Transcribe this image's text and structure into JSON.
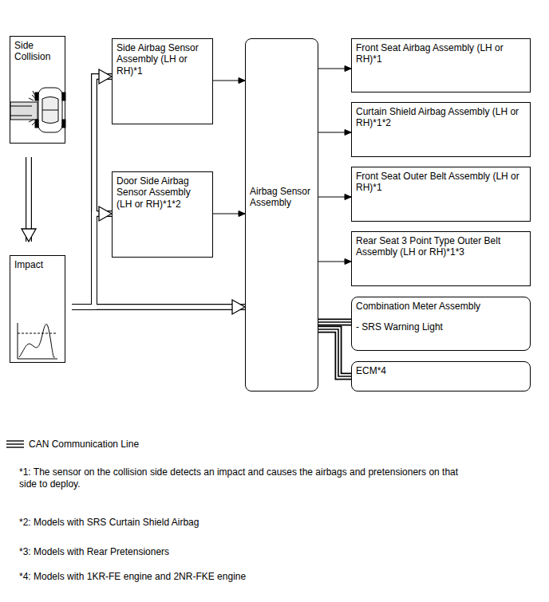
{
  "diagram": {
    "nodes": [
      {
        "text": [
          "Side Collision"
        ]
      },
      {
        "text": [
          "Side Airbag Sensor Assembly (LH or RH)*1"
        ]
      },
      {
        "text": [
          "Door Side Airbag Sensor Assembly (LH or RH)*1*2"
        ]
      },
      {
        "text": [
          "Impact"
        ]
      },
      {
        "text": [
          "Airbag Sensor Assembly"
        ]
      },
      {
        "text": [
          "Front Seat Airbag Assembly (LH or RH)*1"
        ]
      },
      {
        "text": [
          "Curtain Shield Airbag Assembly (LH or RH)*1*2"
        ]
      },
      {
        "text": [
          "Front Seat Outer Belt Assembly (LH or RH)*1"
        ]
      },
      {
        "text": [
          "Rear Seat 3 Point Type Outer Belt Assembly (LH or RH)*1*3"
        ]
      },
      {
        "text": [
          "Combination Meter Assembly",
          "- SRS Warning Light"
        ]
      },
      {
        "text": [
          "ECM*4"
        ]
      }
    ],
    "edges": [
      {
        "from": 0,
        "to": 3,
        "arrow": "to"
      },
      {
        "from": 3,
        "to": 1,
        "arrow": "to"
      },
      {
        "from": 3,
        "to": 2,
        "arrow": "to"
      },
      {
        "from": 3,
        "to": 4,
        "arrow": "to"
      },
      {
        "from": 1,
        "to": 4,
        "arrow": "to"
      },
      {
        "from": 2,
        "to": 4,
        "arrow": "to"
      },
      {
        "from": 4,
        "to": 5,
        "arrow": "to"
      },
      {
        "from": 4,
        "to": 6,
        "arrow": "to"
      },
      {
        "from": 4,
        "to": 7,
        "arrow": "to"
      },
      {
        "from": 4,
        "to": 8,
        "arrow": "to"
      },
      {
        "from": 4,
        "to": 9,
        "arrow": "none"
      },
      {
        "from": 4,
        "to": 10,
        "arrow": "none"
      }
    ],
    "labels": [
      "*1: The sensor on the collision side detects an impact and causes the airbags and pretensioners on that side to deploy.",
      "*2: Models with SRS Curtain Shield Airbag",
      "*3: Models with Rear Pretensioners",
      "*4: Models with 1KR-FE engine and 2NR-FKE engine"
    ],
    "legend": [
      {
        "text": "CAN Communication Line"
      }
    ]
  }
}
